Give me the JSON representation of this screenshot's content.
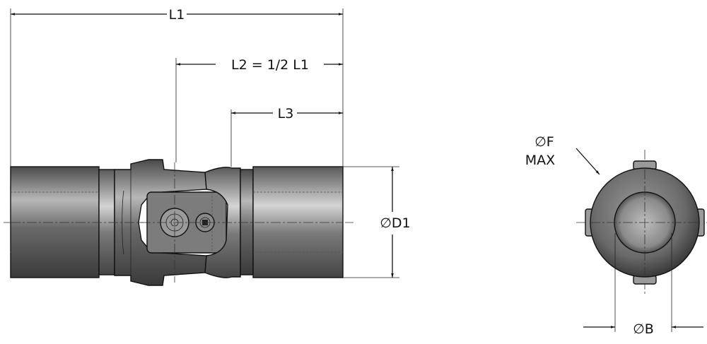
{
  "labels": {
    "L1": "L1",
    "L2": "L2 = 1/2 L1",
    "L3": "L3",
    "D1": "∅D1",
    "F": "∅F",
    "MAX": "MAX",
    "B": "∅B"
  },
  "colors": {
    "line": "#111111",
    "body_dark": "#5a5a5a",
    "body_mid": "#8a8a8a",
    "body_light": "#c8c8c8"
  }
}
